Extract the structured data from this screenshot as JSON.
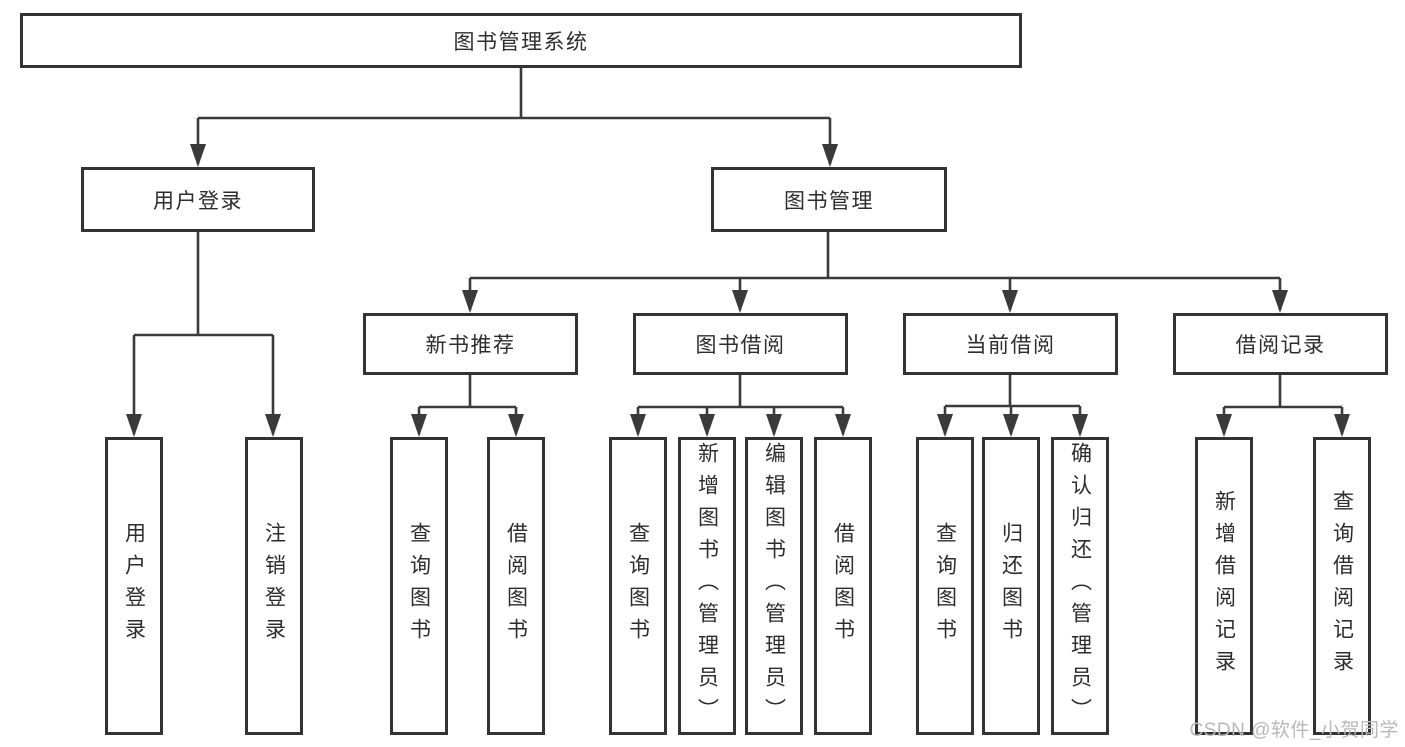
{
  "diagram": {
    "root": {
      "label": "图书管理系统"
    },
    "level2": [
      {
        "label": "用户登录"
      },
      {
        "label": "图书管理"
      }
    ],
    "level3": [
      {
        "label": "新书推荐"
      },
      {
        "label": "图书借阅"
      },
      {
        "label": "当前借阅"
      },
      {
        "label": "借阅记录"
      }
    ],
    "leaves": {
      "user_login": [
        "用户登录",
        "注销登录"
      ],
      "new_book": [
        "查询图书",
        "借阅图书"
      ],
      "book_borrow": [
        "查询图书",
        "新增图书（管理员）",
        "编辑图书（管理员）",
        "借阅图书"
      ],
      "current_borrow": [
        "查询图书",
        "归还图书",
        "确认归还（管理员）"
      ],
      "borrow_record": [
        "新增借阅记录",
        "查询借阅记录"
      ]
    },
    "colors": {
      "line": "#3a3a3a",
      "border": "#333333",
      "text": "#2d2d2d",
      "watermark": "#b9b9b9",
      "background": "#ffffff"
    }
  },
  "watermark": {
    "text": "CSDN @软件_小贺同学"
  }
}
